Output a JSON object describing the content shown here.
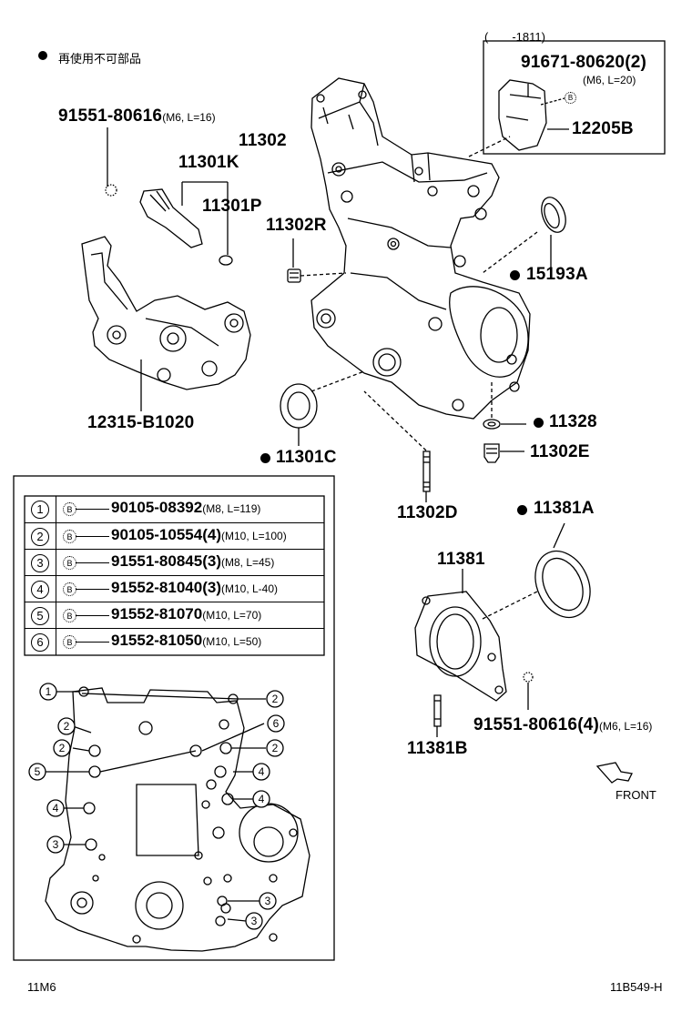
{
  "legend": {
    "text": "再使用不可部品"
  },
  "upgrade_note": {
    "range": "(　　-1811)"
  },
  "parts": {
    "p91671": {
      "pn": "91671-80620(2)",
      "spec": "(M6, L=20)"
    },
    "p12205B": {
      "pn": "12205B"
    },
    "p91551a": {
      "pn": "91551-80616",
      "spec": "(M6, L=16)"
    },
    "p11302": {
      "pn": "11302"
    },
    "p11301K": {
      "pn": "11301K"
    },
    "p11301P": {
      "pn": "11301P"
    },
    "p11302R": {
      "pn": "11302R"
    },
    "p15193A": {
      "pn": "15193A"
    },
    "p12315": {
      "pn": "12315-B1020"
    },
    "p11328": {
      "pn": "11328"
    },
    "p11302E": {
      "pn": "11302E"
    },
    "p11301C": {
      "pn": "11301C"
    },
    "p11302D": {
      "pn": "11302D"
    },
    "p11381A": {
      "pn": "11381A"
    },
    "p11381": {
      "pn": "11381"
    },
    "p91551b": {
      "pn": "91551-80616(4)",
      "spec": "(M6, L=16)"
    },
    "p11381B": {
      "pn": "11381B"
    }
  },
  "bolt_table": [
    {
      "num": "1",
      "pn": "90105-08392",
      "spec": "(M8, L=119)"
    },
    {
      "num": "2",
      "pn": "90105-10554(4)",
      "spec": "(M10, L=100)"
    },
    {
      "num": "3",
      "pn": "91551-80845(3)",
      "spec": "(M8, L=45)"
    },
    {
      "num": "4",
      "pn": "91552-81040(3)",
      "spec": "(M10, L-40)"
    },
    {
      "num": "5",
      "pn": "91552-81070",
      "spec": "(M10, L=70)"
    },
    {
      "num": "6",
      "pn": "91552-81050",
      "spec": "(M10, L=50)"
    }
  ],
  "bolt_symbol": "B",
  "front_label": "FRONT",
  "footer": {
    "left": "11M6",
    "right": "11B549-H"
  }
}
